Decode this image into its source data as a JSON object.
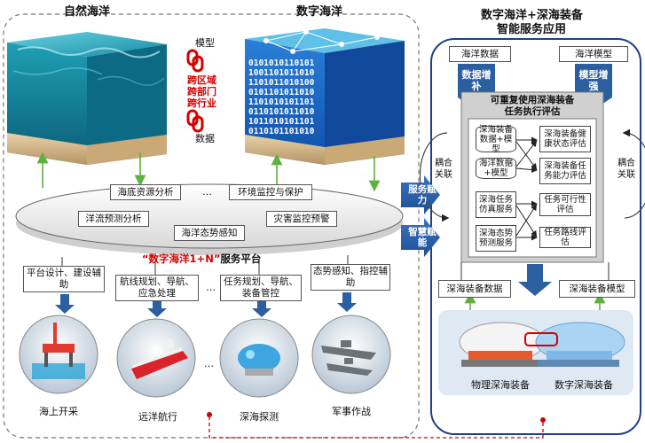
{
  "left": {
    "natural_ocean": "自然海洋",
    "digital_ocean": "数字海洋",
    "link_top": "模型",
    "link_mid": [
      "跨区域",
      "跨部门",
      "跨行业"
    ],
    "link_bottom": "数据",
    "binary_lines": [
      "0101010110101",
      "1001101011010",
      "1101011010100",
      "0101101011010",
      "1101010101101",
      "0110101011010",
      "1011010101101",
      "0110101101010"
    ],
    "ellipse_items": [
      "海底资源分析",
      "…",
      "环境监控与保护",
      "洋流预测分析",
      "灾害监控预警",
      "海洋态势感知"
    ],
    "platform_title_quoted": "“数字海洋1+N”",
    "platform_title_suffix": "服务平台",
    "service_boxes": [
      "平台设计、建设辅助",
      "航线规划、导航、应急处理",
      "…",
      "任务规划、导航、装备管控",
      "态势感知、指控辅助"
    ],
    "scenarios": [
      "海上开采",
      "远洋航行",
      "…",
      "深海探测",
      "军事作战"
    ]
  },
  "middle": {
    "arrow_top": "服务赋力",
    "arrow_bottom": "智慧赋能"
  },
  "right": {
    "title_line1": "数字海洋+深海装备",
    "title_line2": "智能服务应用",
    "ocean_data": "海洋数据",
    "ocean_model": "海洋模型",
    "data_badge": "数据增补",
    "model_badge": "模型增强",
    "eval_title_line1": "可重复使用深海装备",
    "eval_title_line2": "任务执行评估",
    "left_items": [
      "深海装备数据+模型",
      "海洋数据+模型",
      "深海任务仿真服务",
      "深海态势预测服务"
    ],
    "right_items": [
      "深海装备健康状态评估",
      "深海装备任务能力评估",
      "任务可行性评估",
      "任务路线评估"
    ],
    "coupling": "耦合关联",
    "equip_data": "深海装备数据",
    "equip_model": "深海装备模型",
    "physical": "物理深海装备",
    "digital": "数字深海装备"
  },
  "colors": {
    "accent_blue": "#2c5fa0",
    "green_arrow": "#5fb040",
    "red": "#d40000"
  }
}
